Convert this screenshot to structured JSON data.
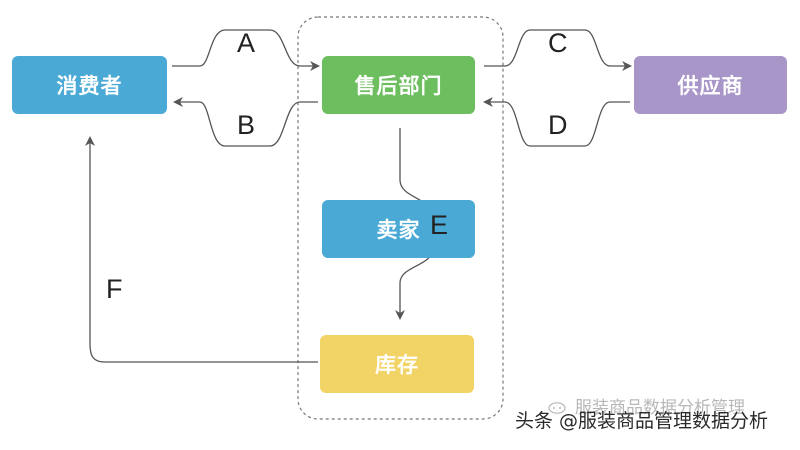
{
  "nodes": {
    "consumer": "消费者",
    "after_sales": "售后部门",
    "supplier": "供应商",
    "seller": "卖家",
    "inventory": "库存"
  },
  "edge_labels": {
    "a": "A",
    "b": "B",
    "c": "C",
    "d": "D",
    "e": "E",
    "f": "F"
  },
  "colors": {
    "blue": "#4aaad5",
    "green": "#6dbe5e",
    "purple": "#a896c8",
    "yellow": "#f2d366",
    "line": "#555555",
    "dashed_border": "#777777"
  },
  "watermark": {
    "text": "头条 @服装商品管理数据分析",
    "ghost_text": "服装商品数据分析管理"
  }
}
